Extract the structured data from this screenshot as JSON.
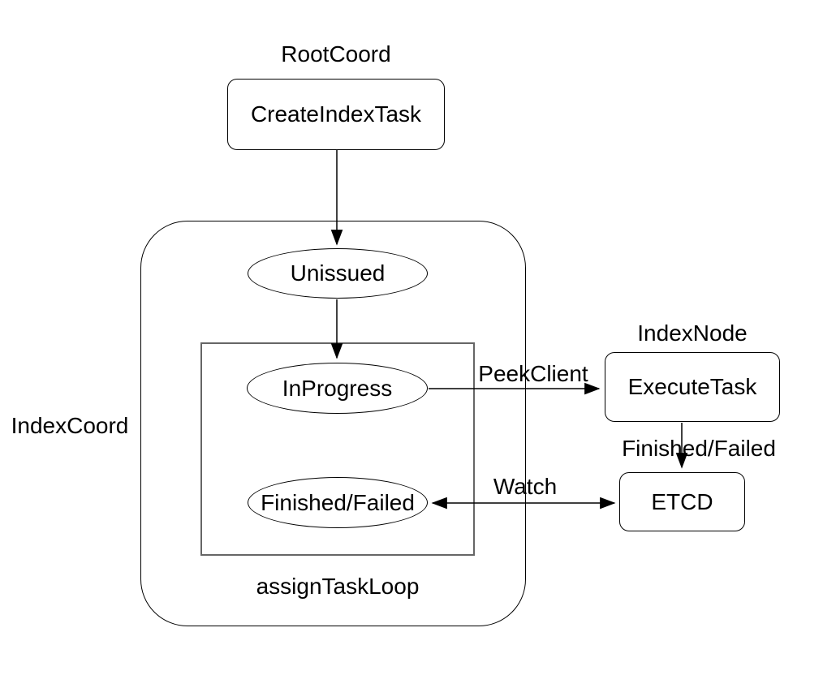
{
  "diagram": {
    "groups": {
      "root_coord_label": "RootCoord",
      "index_coord_label": "IndexCoord",
      "index_node_label": "IndexNode",
      "assign_task_loop_label": "assignTaskLoop"
    },
    "nodes": {
      "create_index_task": "CreateIndexTask",
      "unissued": "Unissued",
      "in_progress": "InProgress",
      "finished_failed": "Finished/Failed",
      "execute_task": "ExecuteTask",
      "etcd": "ETCD"
    },
    "edges": {
      "peek_client_label": "PeekClient",
      "finished_failed_label": "Finished/Failed",
      "watch_label": "Watch"
    },
    "colors": {
      "stroke": "#000000",
      "inner_boundary_stroke": "#666666",
      "text": "#000000",
      "background": "#ffffff"
    }
  }
}
